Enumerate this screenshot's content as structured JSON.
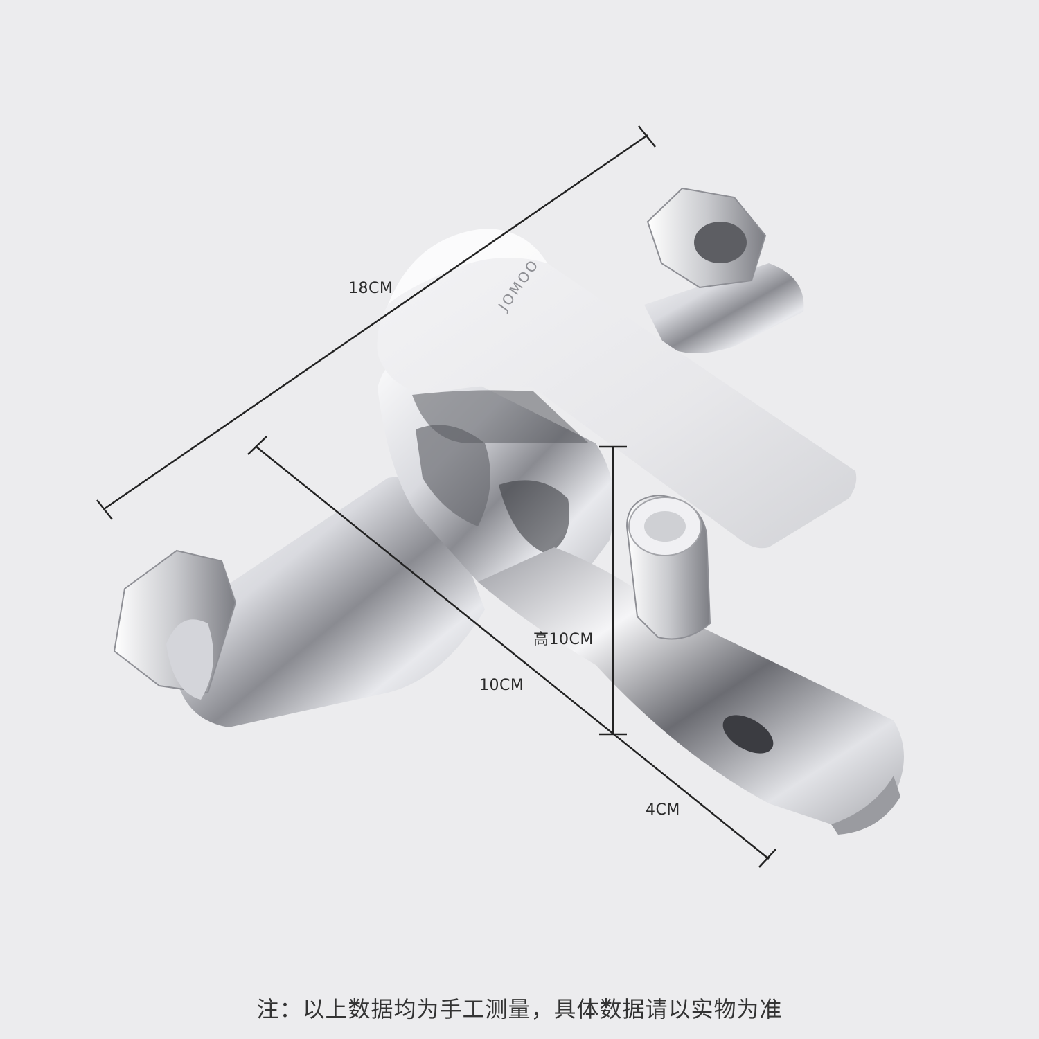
{
  "product": {
    "brand_mark": "JOMOO"
  },
  "dimensions": {
    "length": "18CM",
    "depth": "10CM",
    "height": "高10CM",
    "spout": "4CM"
  },
  "footer": {
    "note": "注：以上数据均为手工测量，具体数据请以实物为准"
  },
  "colors": {
    "background": "#ececee",
    "chrome_light": "#f7f7f9",
    "chrome_mid": "#c8c9ce",
    "chrome_dark": "#4a4b50",
    "dimension_line": "#222222"
  }
}
